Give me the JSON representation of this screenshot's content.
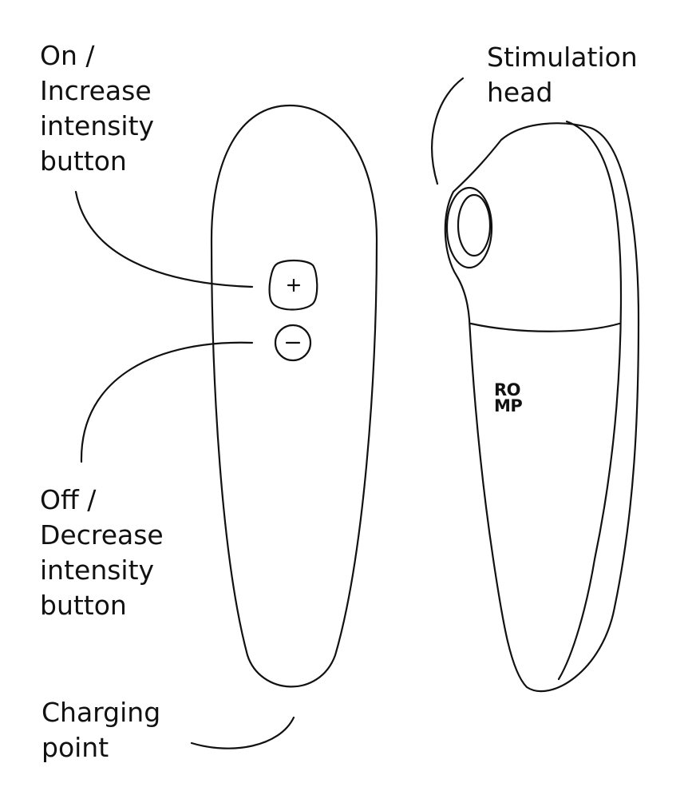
{
  "labels": {
    "increase_button": {
      "lines": [
        "On /",
        "Increase",
        "intensity",
        "button"
      ]
    },
    "decrease_button": {
      "lines": [
        "Off /",
        "Decrease",
        "intensity",
        "button"
      ]
    },
    "stimulation_head": {
      "lines": [
        "Stimulation",
        "head"
      ]
    },
    "charging_point": {
      "lines": [
        "Charging",
        "point"
      ]
    }
  },
  "device": {
    "brand_logo": {
      "lines": [
        "RO",
        "MP"
      ]
    },
    "plus_symbol": "+",
    "minus_symbol": "−"
  },
  "colors": {
    "line": "#111111",
    "background": "#ffffff"
  }
}
